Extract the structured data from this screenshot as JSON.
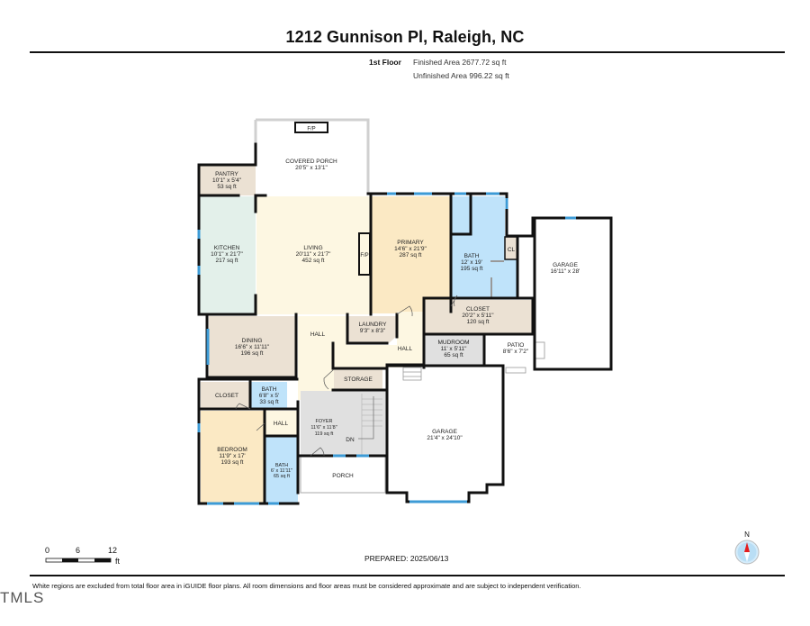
{
  "header": {
    "title": "1212 Gunnison Pl, Raleigh, NC",
    "floor_label": "1st Floor",
    "finished_area": "Finished Area 2677.72 sq ft",
    "unfinished_area": "Unfinished Area 996.22 sq ft"
  },
  "rooms": {
    "covered_porch": {
      "name": "COVERED PORCH",
      "dims": "20'5\" x 13'1\""
    },
    "porch_fp": {
      "name": "F/P"
    },
    "pantry": {
      "name": "PANTRY",
      "dims": "10'1\" x 5'4\"",
      "area": "53 sq ft"
    },
    "kitchen": {
      "name": "KITCHEN",
      "dims": "10'1\" x 21'7\"",
      "area": "217 sq ft"
    },
    "living": {
      "name": "LIVING",
      "dims": "20'11\" x 21'7\"",
      "area": "452 sq ft"
    },
    "living_fp": {
      "name": "F/P"
    },
    "primary": {
      "name": "PRIMARY",
      "dims": "14'6\" x 21'9\"",
      "area": "287 sq ft"
    },
    "primary_bath": {
      "name": "BATH",
      "dims": "12' x 19'",
      "area": "195 sq ft"
    },
    "cl": {
      "name": "CL"
    },
    "garage_small": {
      "name": "GARAGE",
      "dims": "16'11\" x 28'"
    },
    "closet_primary": {
      "name": "CLOSET",
      "dims": "20'2\" x 5'11\"",
      "area": "120 sq ft"
    },
    "dining": {
      "name": "DINING",
      "dims": "16'6\" x 11'11\"",
      "area": "196 sq ft"
    },
    "hall_1": {
      "name": "HALL"
    },
    "laundry": {
      "name": "LAUNDRY",
      "dims": "9'3\" x 8'3\""
    },
    "hall_2": {
      "name": "HALL"
    },
    "mudroom": {
      "name": "MUDROOM",
      "dims": "11' x 5'11\"",
      "area": "65 sq ft"
    },
    "patio": {
      "name": "PATIO",
      "dims": "8'6\" x 7'2\""
    },
    "storage": {
      "name": "STORAGE"
    },
    "closet_bed": {
      "name": "CLOSET"
    },
    "bath_small": {
      "name": "BATH",
      "dims": "6'8\" x 5'",
      "area": "33 sq ft"
    },
    "hall_3": {
      "name": "HALL"
    },
    "foyer": {
      "name": "FOYER",
      "dims": "11'6\" x 11'8\"",
      "area": "119 sq ft"
    },
    "dn": {
      "name": "DN"
    },
    "garage_large": {
      "name": "GARAGE",
      "dims": "21'4\" x 24'10\""
    },
    "bedroom": {
      "name": "BEDROOM",
      "dims": "11'9\" x 17'",
      "area": "193 sq ft"
    },
    "bath_bed": {
      "name": "BATH",
      "dims": "6' x 11'11\"",
      "area": "65 sq ft"
    },
    "porch": {
      "name": "PORCH"
    }
  },
  "scale_bar": {
    "labels": [
      "0",
      "6",
      "12"
    ],
    "unit": "ft"
  },
  "compass": {
    "label": "N"
  },
  "footer": {
    "prepared": "PREPARED: 2025/06/13",
    "disclaimer": "White regions are excluded from total floor area in iGUIDE floor plans. All room dimensions and floor areas must be considered approximate and are subject to independent verification.",
    "watermark": "TMLS"
  },
  "colors": {
    "kitchen": "#e3f0ea",
    "living": "#fdf7e2",
    "primary": "#fbe9c4",
    "bath": "#bfe3fa",
    "utility": "#ebe1d3",
    "foyer": "#e0e0e0",
    "window": "#3d9bd6",
    "wall": "#111111"
  }
}
